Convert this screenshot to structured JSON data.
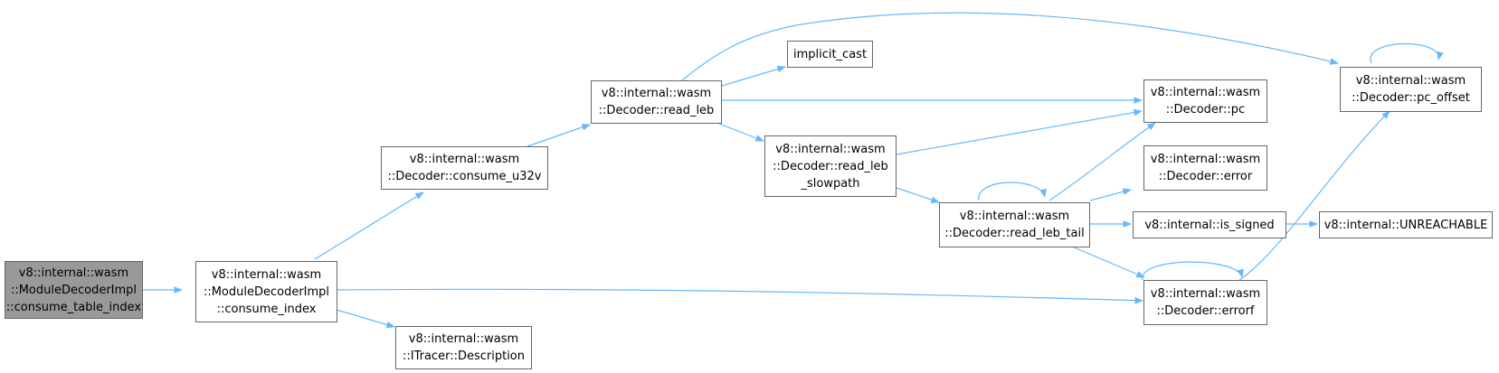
{
  "nodes": {
    "consume_table_index": {
      "lines": [
        "v8::internal::wasm",
        "::ModuleDecoderImpl",
        "::consume_table_index"
      ]
    },
    "consume_index": {
      "lines": [
        "v8::internal::wasm",
        "::ModuleDecoderImpl",
        "::consume_index"
      ]
    },
    "consume_u32v": {
      "lines": [
        "v8::internal::wasm",
        "::Decoder::consume_u32v"
      ]
    },
    "description": {
      "lines": [
        "v8::internal::wasm",
        "::ITracer::Description"
      ]
    },
    "read_leb": {
      "lines": [
        "v8::internal::wasm",
        "::Decoder::read_leb"
      ]
    },
    "implicit_cast": {
      "lines": [
        "implicit_cast"
      ]
    },
    "read_leb_slowpath": {
      "lines": [
        "v8::internal::wasm",
        "::Decoder::read_leb",
        "_slowpath"
      ]
    },
    "read_leb_tail": {
      "lines": [
        "v8::internal::wasm",
        "::Decoder::read_leb_tail"
      ]
    },
    "pc": {
      "lines": [
        "v8::internal::wasm",
        "::Decoder::pc"
      ]
    },
    "error": {
      "lines": [
        "v8::internal::wasm",
        "::Decoder::error"
      ]
    },
    "is_signed": {
      "lines": [
        "v8::internal::is_signed"
      ]
    },
    "errorf": {
      "lines": [
        "v8::internal::wasm",
        "::Decoder::errorf"
      ]
    },
    "pc_offset": {
      "lines": [
        "v8::internal::wasm",
        "::Decoder::pc_offset"
      ]
    },
    "unreachable": {
      "lines": [
        "v8::internal::UNREACHABLE"
      ]
    }
  },
  "colors": {
    "edge": "#63b8ff",
    "node_border": "#666666",
    "root_fill": "#999999"
  }
}
